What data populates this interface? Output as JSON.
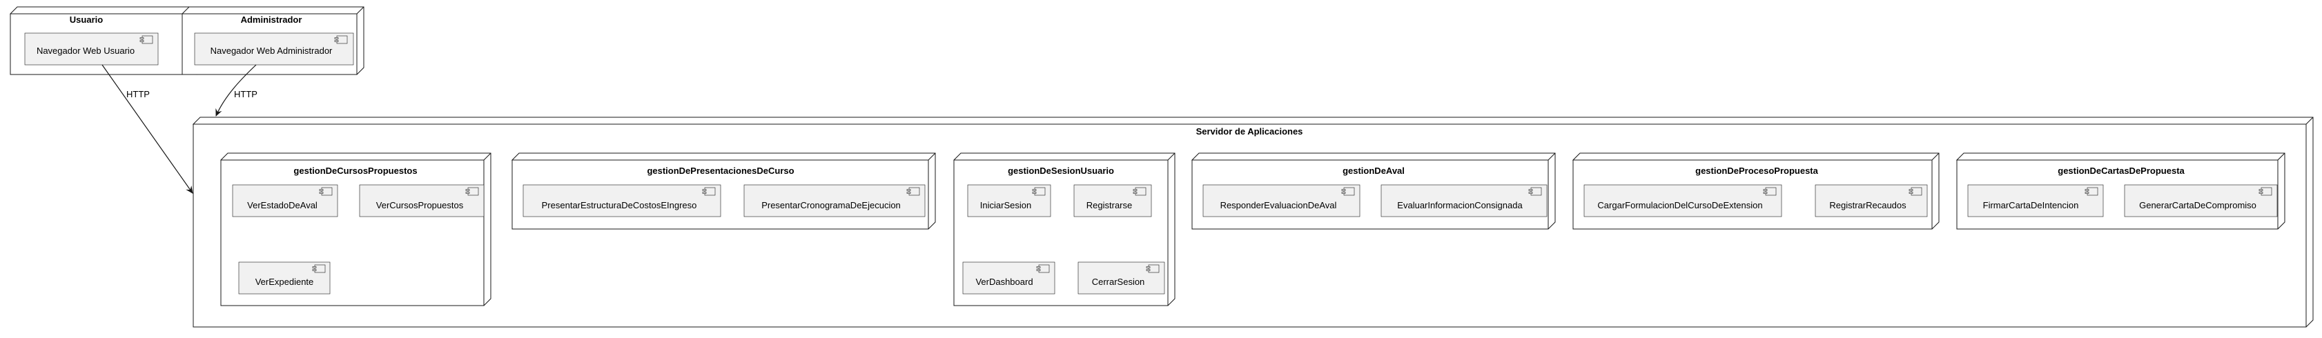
{
  "nodes": {
    "usuario": {
      "title": "Usuario",
      "components": [
        "Navegador Web Usuario"
      ]
    },
    "administrador": {
      "title": "Administrador",
      "components": [
        "Navegador Web Administrador"
      ]
    },
    "servidor": {
      "title": "Servidor de Aplicaciones",
      "subnodes": [
        {
          "title": "gestionDeCursosPropuestos",
          "components": [
            "VerEstadoDeAval",
            "VerCursosPropuestos",
            "VerExpediente"
          ]
        },
        {
          "title": "gestionDePresentacionesDeCurso",
          "components": [
            "PresentarEstructuraDeCostosEIngreso",
            "PresentarCronogramaDeEjecucion"
          ]
        },
        {
          "title": "gestionDeSesionUsuario",
          "components": [
            "IniciarSesion",
            "Registrarse",
            "VerDashboard",
            "CerrarSesion"
          ]
        },
        {
          "title": "gestionDeAval",
          "components": [
            "ResponderEvaluacionDeAval",
            "EvaluarInformacionConsignada"
          ]
        },
        {
          "title": "gestionDeProcesoPropuesta",
          "components": [
            "CargarFormulacionDelCursoDeExtension",
            "RegistrarRecaudos"
          ]
        },
        {
          "title": "gestionDeCartasDePropuesta",
          "components": [
            "FirmarCartaDeIntencion",
            "GenerarCartaDeCompromiso"
          ]
        }
      ]
    }
  },
  "edges": [
    {
      "from": "Navegador Web Usuario",
      "to": "Servidor de Aplicaciones",
      "label": "HTTP"
    },
    {
      "from": "Navegador Web Administrador",
      "to": "Servidor de Aplicaciones",
      "label": "HTTP"
    }
  ],
  "colors": {
    "node_fill": "#ffffff",
    "node_stroke": "#181818",
    "component_fill": "#f1f1f1",
    "component_stroke": "#181818"
  }
}
